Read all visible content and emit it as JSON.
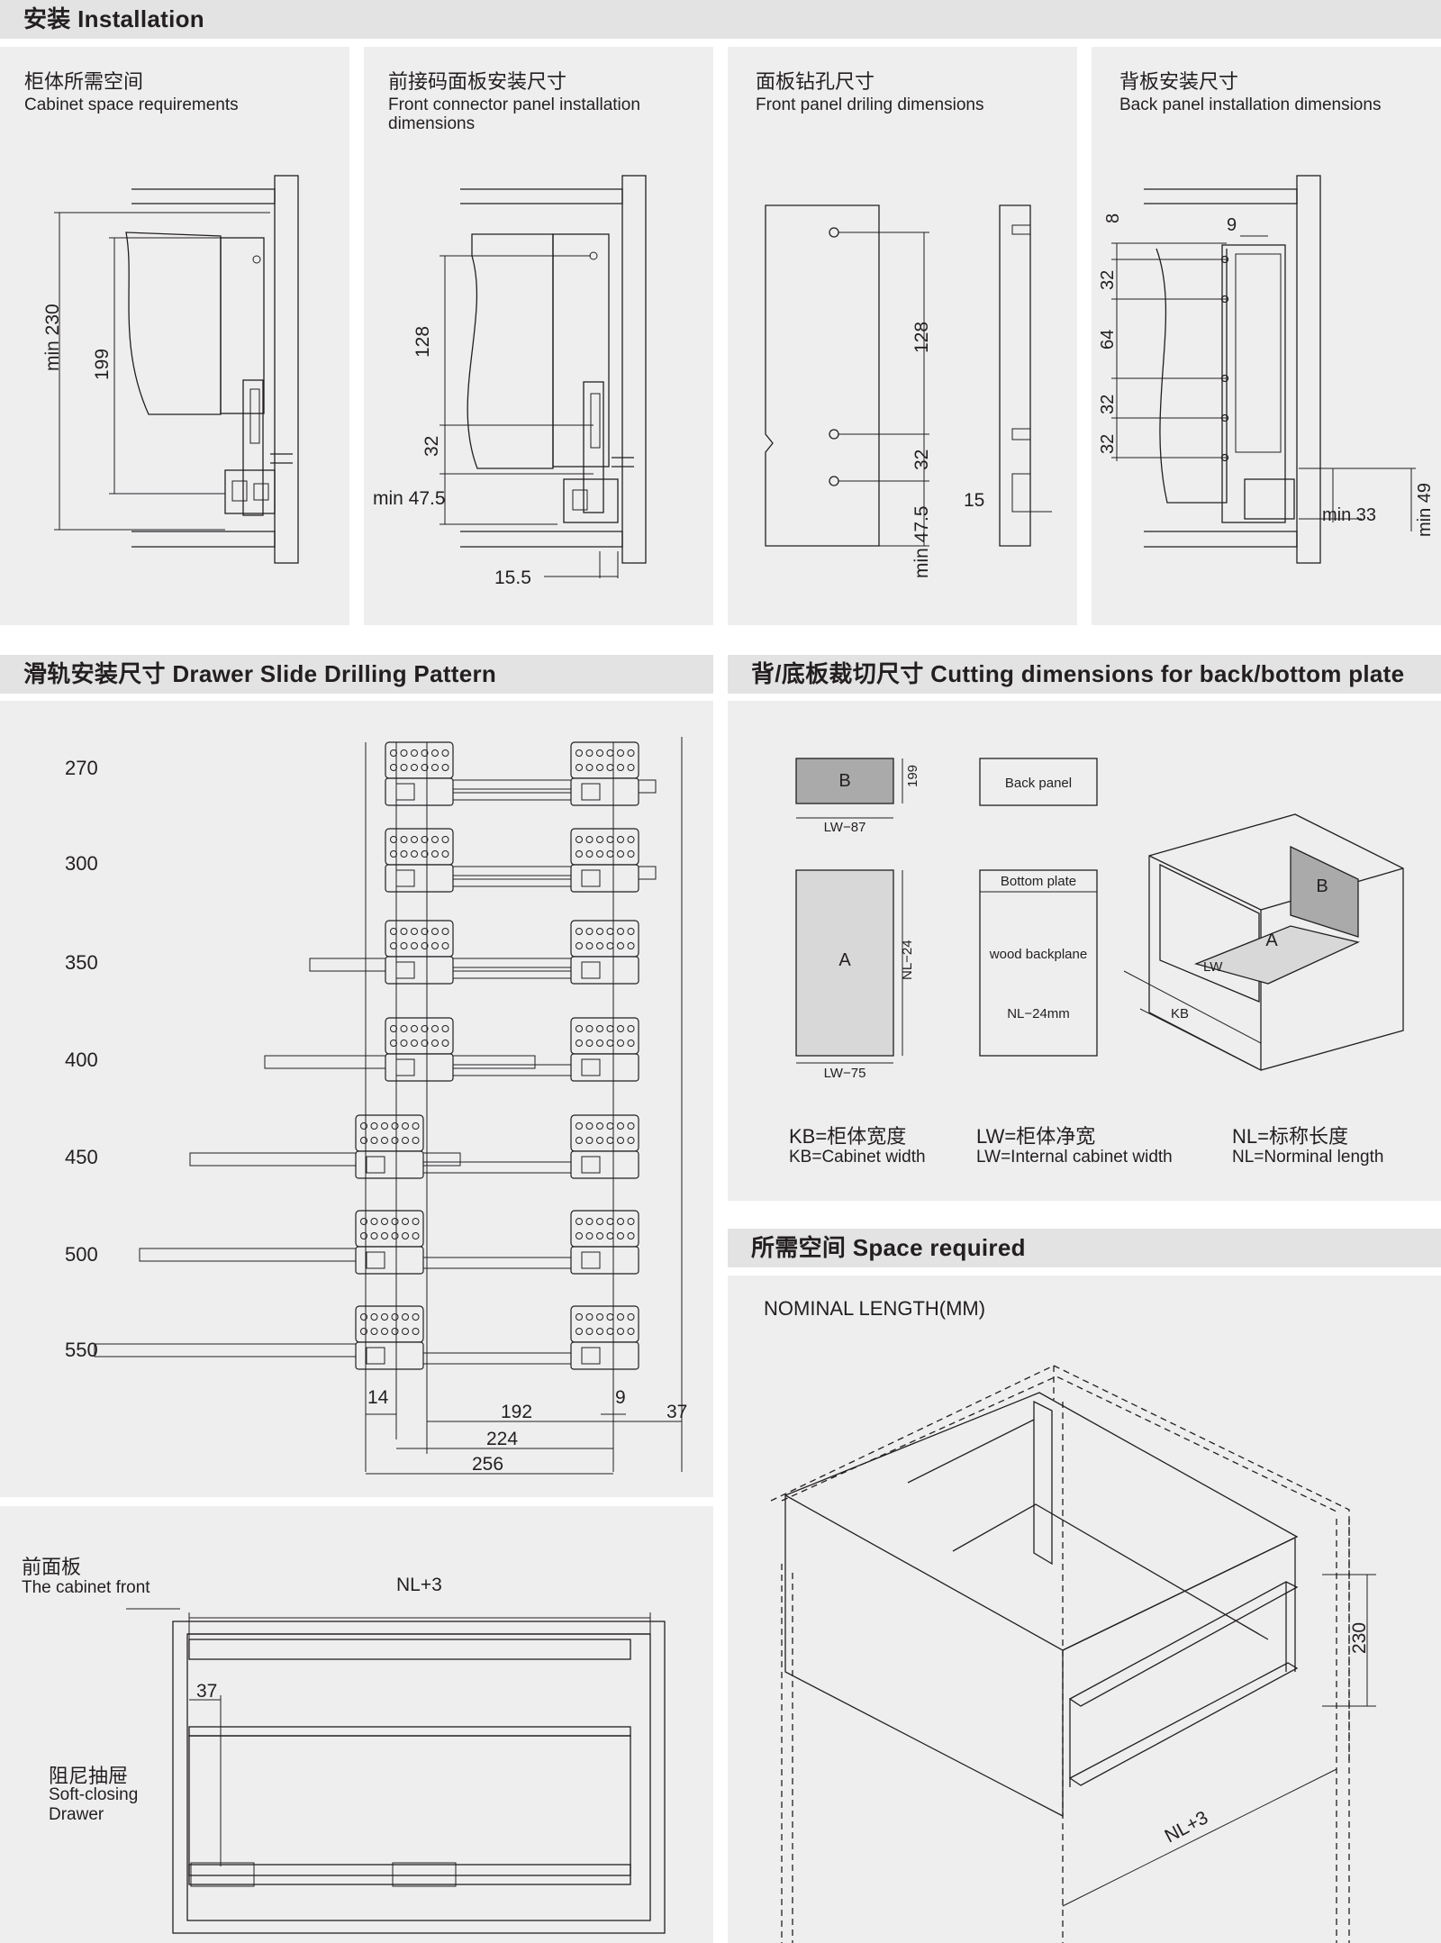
{
  "sections": {
    "installation": {
      "title": "安装  Installation"
    },
    "drilling": {
      "title": "滑轨安装尺寸  Drawer Slide Drilling Pattern"
    },
    "cutting": {
      "title": "背/底板裁切尺寸 Cutting  dimensions for back/bottom plate"
    },
    "space": {
      "title": "所需空间  Space required"
    }
  },
  "panels": {
    "cabinet_space": {
      "cn": "柜体所需空间",
      "en": "Cabinet space requirements",
      "dims": {
        "min230": "min 230",
        "d199": "199"
      }
    },
    "front_connector": {
      "cn": "前接码面板安装尺寸",
      "en": "Front connector panel installation dimensions",
      "dims": {
        "d128": "128",
        "d32": "32",
        "min475": "min 47.5",
        "d155": "15.5"
      }
    },
    "front_drilling": {
      "cn": "面板钻孔尺寸",
      "en": "Front panel driling dimensions",
      "dims": {
        "d128": "128",
        "d32": "32",
        "min475": "min 47.5",
        "d15": "15"
      }
    },
    "back_panel": {
      "cn": "背板安装尺寸",
      "en": "Back panel installation dimensions",
      "dims": {
        "d8": "8",
        "d9": "9",
        "d32a": "32",
        "d64": "64",
        "d32b": "32",
        "d32c": "32",
        "min33": "min 33",
        "min49": "min 49"
      }
    }
  },
  "drilling": {
    "lengths": [
      "270",
      "300",
      "350",
      "400",
      "450",
      "500",
      "550"
    ],
    "dims": {
      "d14": "14",
      "d9": "9",
      "d192": "192",
      "d224": "224",
      "d256": "256",
      "d37": "37"
    }
  },
  "cutting": {
    "plate_b": "B",
    "dim_199": "199",
    "dim_lw87": "LW−87",
    "back_panel_label": "Back panel",
    "plate_a": "A",
    "dim_nl24": "NL−24",
    "dim_lw75": "LW−75",
    "bottom_plate_label": "Bottom plate",
    "wood_backplane": "wood backplane",
    "nl24mm": "NL−24mm",
    "iso_b": "B",
    "iso_a": "A",
    "iso_lw": "LW",
    "iso_kb": "KB",
    "legend": [
      {
        "cn": "KB=柜体宽度",
        "en": "KB=Cabinet width"
      },
      {
        "cn": "LW=柜体净宽",
        "en": "LW=Internal cabinet width"
      },
      {
        "cn": "NL=标称长度",
        "en": "NL=Norminal length"
      }
    ]
  },
  "front_section": {
    "front_cn": "前面板",
    "front_en": "The cabinet front",
    "nl3": "NL+3",
    "d37": "37",
    "drawer_cn": "阻尼抽屉",
    "drawer_en1": "Soft-closing",
    "drawer_en2": "Drawer"
  },
  "space": {
    "nominal": "NOMINAL LENGTH(MM)",
    "d230": "230",
    "nl3": "NL+3"
  }
}
